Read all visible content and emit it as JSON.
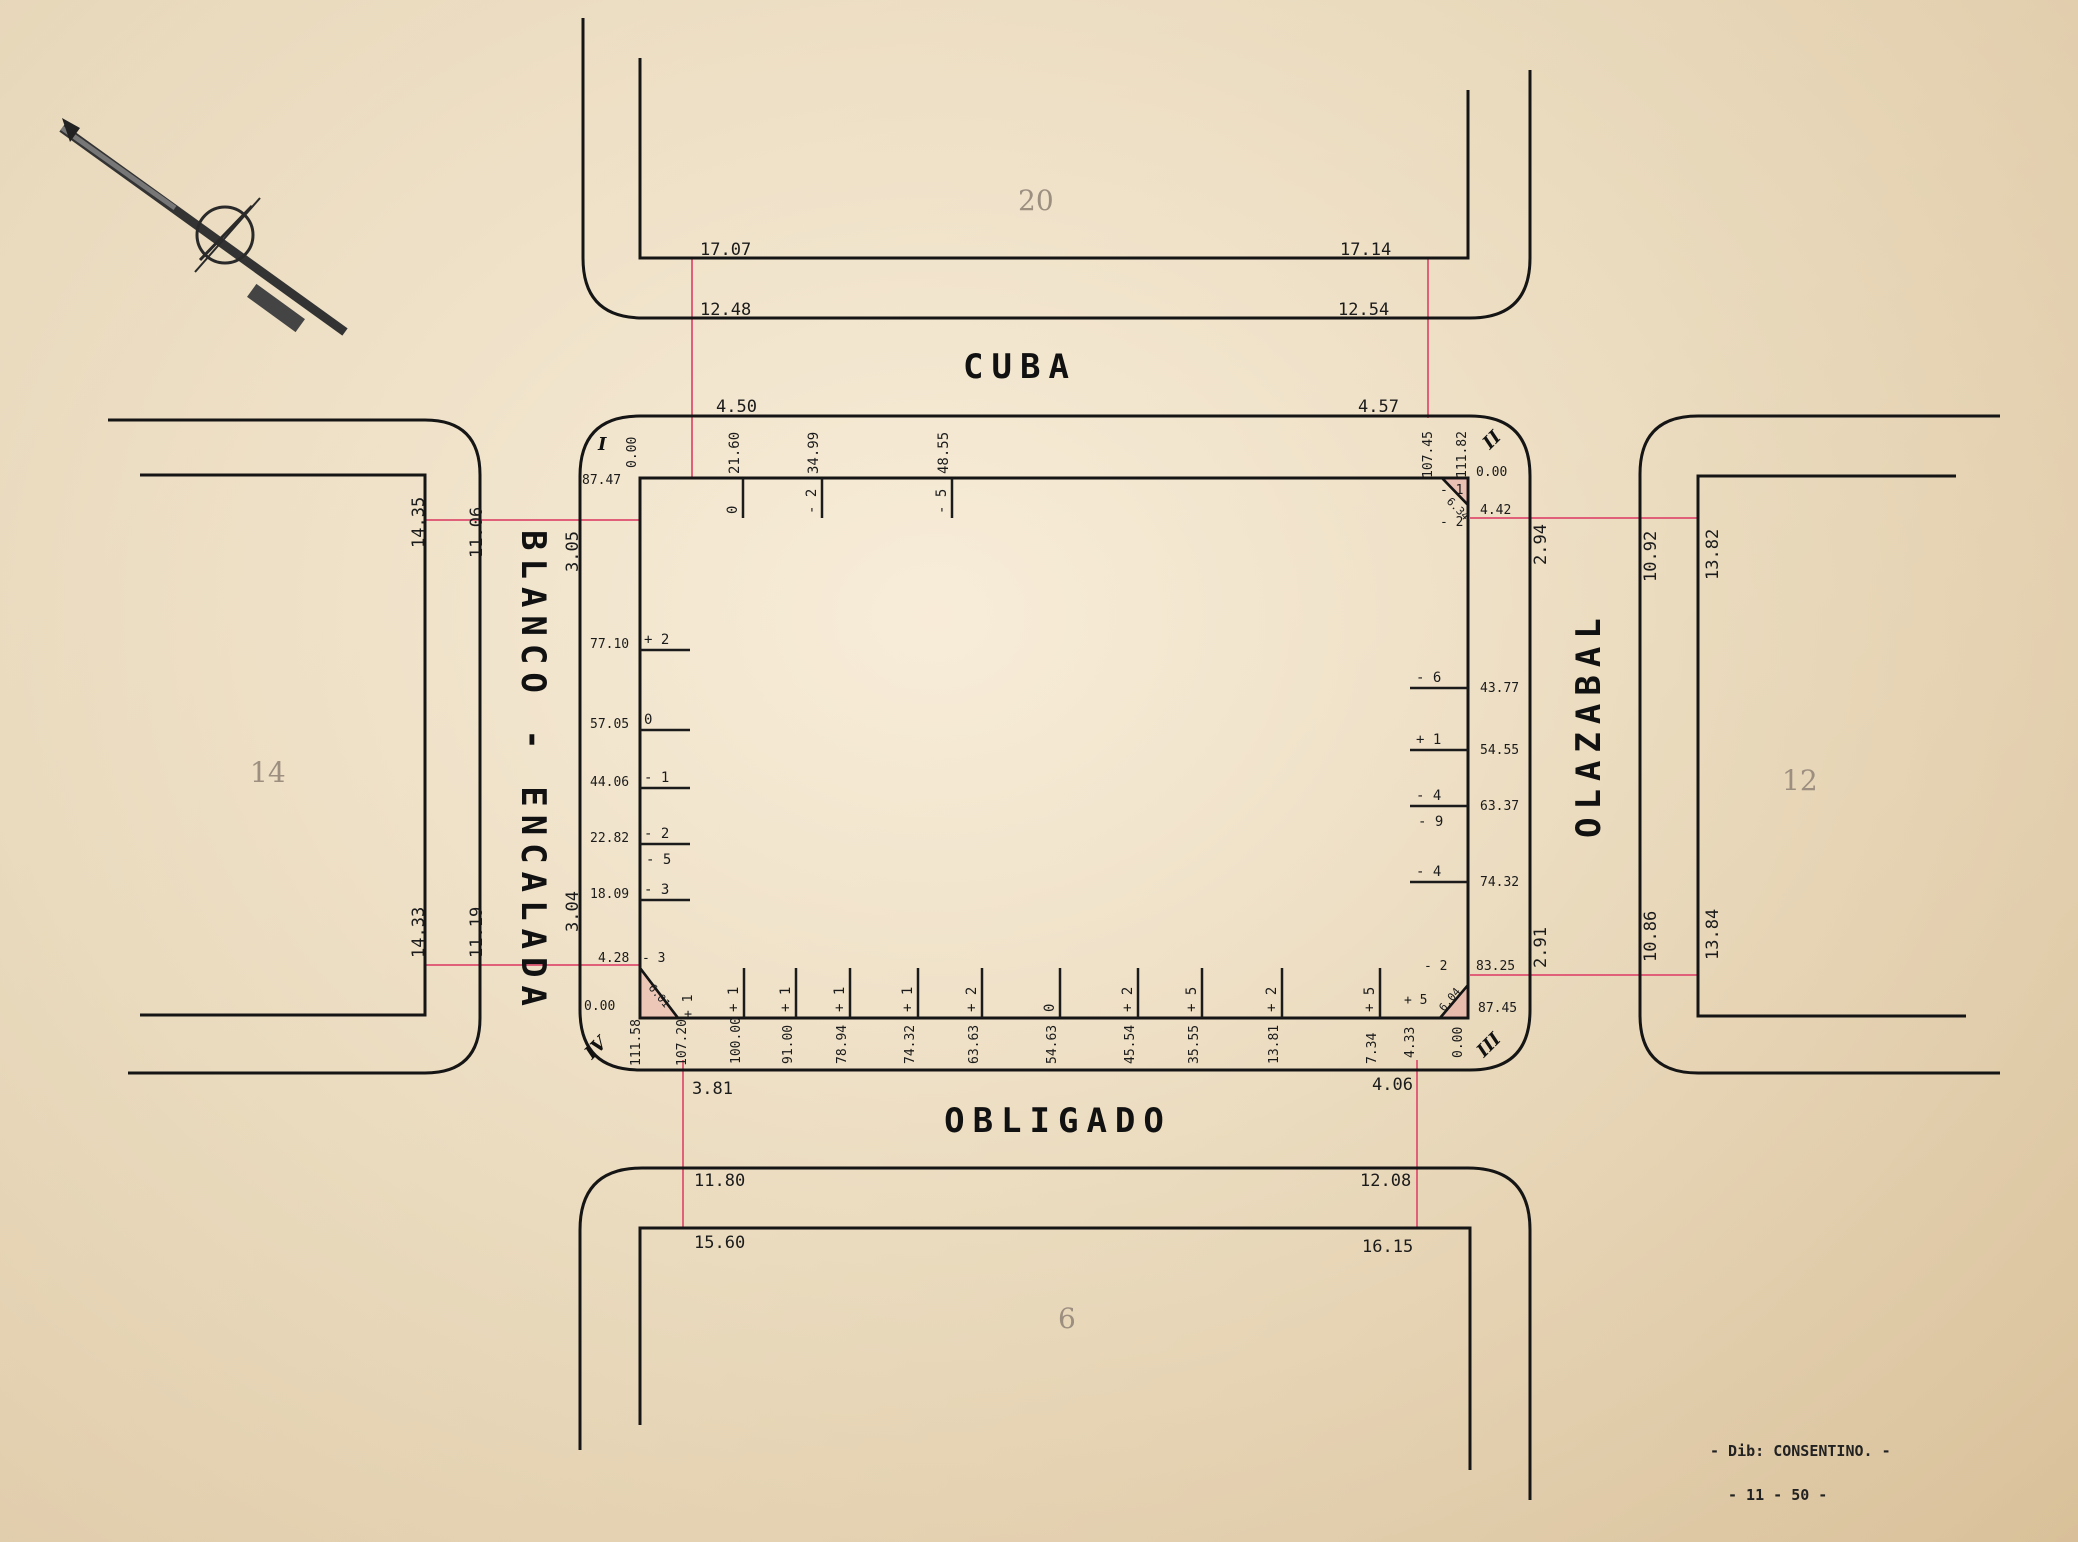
{
  "streets": {
    "top": "CUBA",
    "bottom": "OBLIGADO",
    "left": "BLANCO - ENCALADA",
    "right": "OLAZABAL"
  },
  "block_numbers": {
    "top": "20",
    "bottom": "6",
    "left": "14",
    "right": "12"
  },
  "corners": {
    "top_left": "I",
    "top_right": "II",
    "bottom_right": "III",
    "bottom_left": "IV"
  },
  "measurements": {
    "top_block_left": "17.07",
    "top_block_right": "17.14",
    "cuba_left": "12.48",
    "cuba_right": "12.54",
    "cuba_offset_left": "4.50",
    "cuba_offset_right": "4.57",
    "left_block_top": "14.35",
    "left_block_bottom": "14.33",
    "be_top": "11.06",
    "be_bottom": "11.19",
    "be_offset_top": "3.05",
    "be_offset_bottom": "3.04",
    "right_block_top": "13.82",
    "right_block_bottom": "13.84",
    "ol_top": "10.92",
    "ol_bottom": "10.86",
    "ol_offset_top": "2.94",
    "ol_offset_bottom": "2.91",
    "ob_offset_left": "3.81",
    "ob_offset_right": "4.06",
    "ob_left": "11.80",
    "ob_right": "12.08",
    "bottom_block_left": "15.60",
    "bottom_block_right": "16.15"
  },
  "chamfers": {
    "tl": "",
    "tr": "6.34",
    "br": "6.04",
    "bl": "6.01"
  },
  "corner_values": {
    "tl_a": "0.00",
    "tl_b": "87.47",
    "tr_a": "107.45",
    "tr_b": "111.82",
    "tr_c": "0.00",
    "tr_d": "4.42",
    "tr_l1": "- 1",
    "tr_l2": "- 2",
    "br_a": "83.25",
    "br_b": "87.45",
    "br_c": "0.00",
    "br_d": "4.33",
    "br_l1": "- 2",
    "br_l2": "+ 5",
    "bl_a": "4.28",
    "bl_a_l": "- 3",
    "bl_b": "0.00",
    "bl_c": "111.58",
    "bl_d": "107.20",
    "bl_l": "+ 1"
  },
  "top_ticks": [
    {
      "dist": "21.60",
      "level": "0"
    },
    {
      "dist": "34.99",
      "level": "- 2"
    },
    {
      "dist": "48.55",
      "level": "- 5"
    }
  ],
  "left_ticks": [
    {
      "dist": "77.10",
      "level": "+ 2"
    },
    {
      "dist": "57.05",
      "level": "0"
    },
    {
      "dist": "44.06",
      "level": "- 1"
    },
    {
      "dist": "22.82",
      "level": "- 2",
      "level2": "- 5"
    },
    {
      "dist": "18.09",
      "level": "- 3"
    }
  ],
  "right_ticks": [
    {
      "dist": "43.77",
      "level": "- 6"
    },
    {
      "dist": "54.55",
      "level": "+ 1"
    },
    {
      "dist": "63.37",
      "level": "- 4",
      "level2": "- 9"
    },
    {
      "dist": "74.32",
      "level": "- 4"
    }
  ],
  "bottom_ticks": [
    {
      "dist": "100.00",
      "level": "+ 1"
    },
    {
      "dist": "91.00",
      "level": "+ 1"
    },
    {
      "dist": "78.94",
      "level": "+ 1"
    },
    {
      "dist": "74.32",
      "level": "+ 1"
    },
    {
      "dist": "63.63",
      "level": "+ 2"
    },
    {
      "dist": "54.63",
      "level": "0"
    },
    {
      "dist": "45.54",
      "level": "+ 2"
    },
    {
      "dist": "35.55",
      "level": "+ 5"
    },
    {
      "dist": "13.81",
      "level": "+ 2"
    },
    {
      "dist": "7.34",
      "level": "+ 5"
    }
  ],
  "signature": {
    "author": "- Dib: CONSENTINO. -",
    "date": "- 11 - 50 -"
  },
  "colors": {
    "ink": "#1b1b1b",
    "red_line": "#e0607a",
    "paper": "#eadcc2"
  }
}
